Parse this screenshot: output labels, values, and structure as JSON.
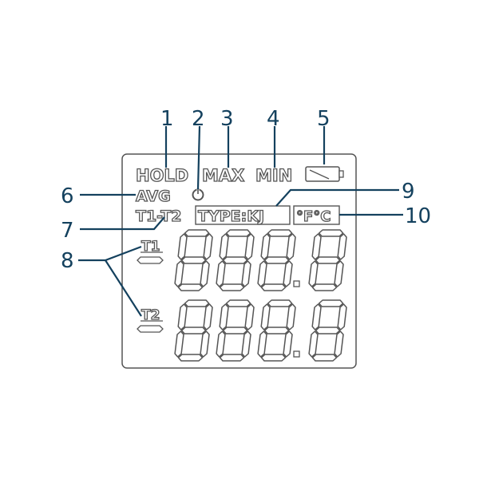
{
  "lcd": {
    "hold": "HOLD",
    "max": "MAX",
    "min": "MIN",
    "avg": "AVG",
    "t1_t2": "T1-T2",
    "type": "TYPE:KJ",
    "unit": "°F°C",
    "t1": "T1",
    "t2": "T2"
  },
  "callouts": {
    "c1": "1",
    "c2": "2",
    "c3": "3",
    "c4": "4",
    "c5": "5",
    "c6": "6",
    "c7": "7",
    "c8": "8",
    "c9": "9",
    "c10": "10"
  },
  "colors": {
    "callout": "#14415e",
    "lcd_outline": "#555555",
    "background": "#ffffff"
  }
}
